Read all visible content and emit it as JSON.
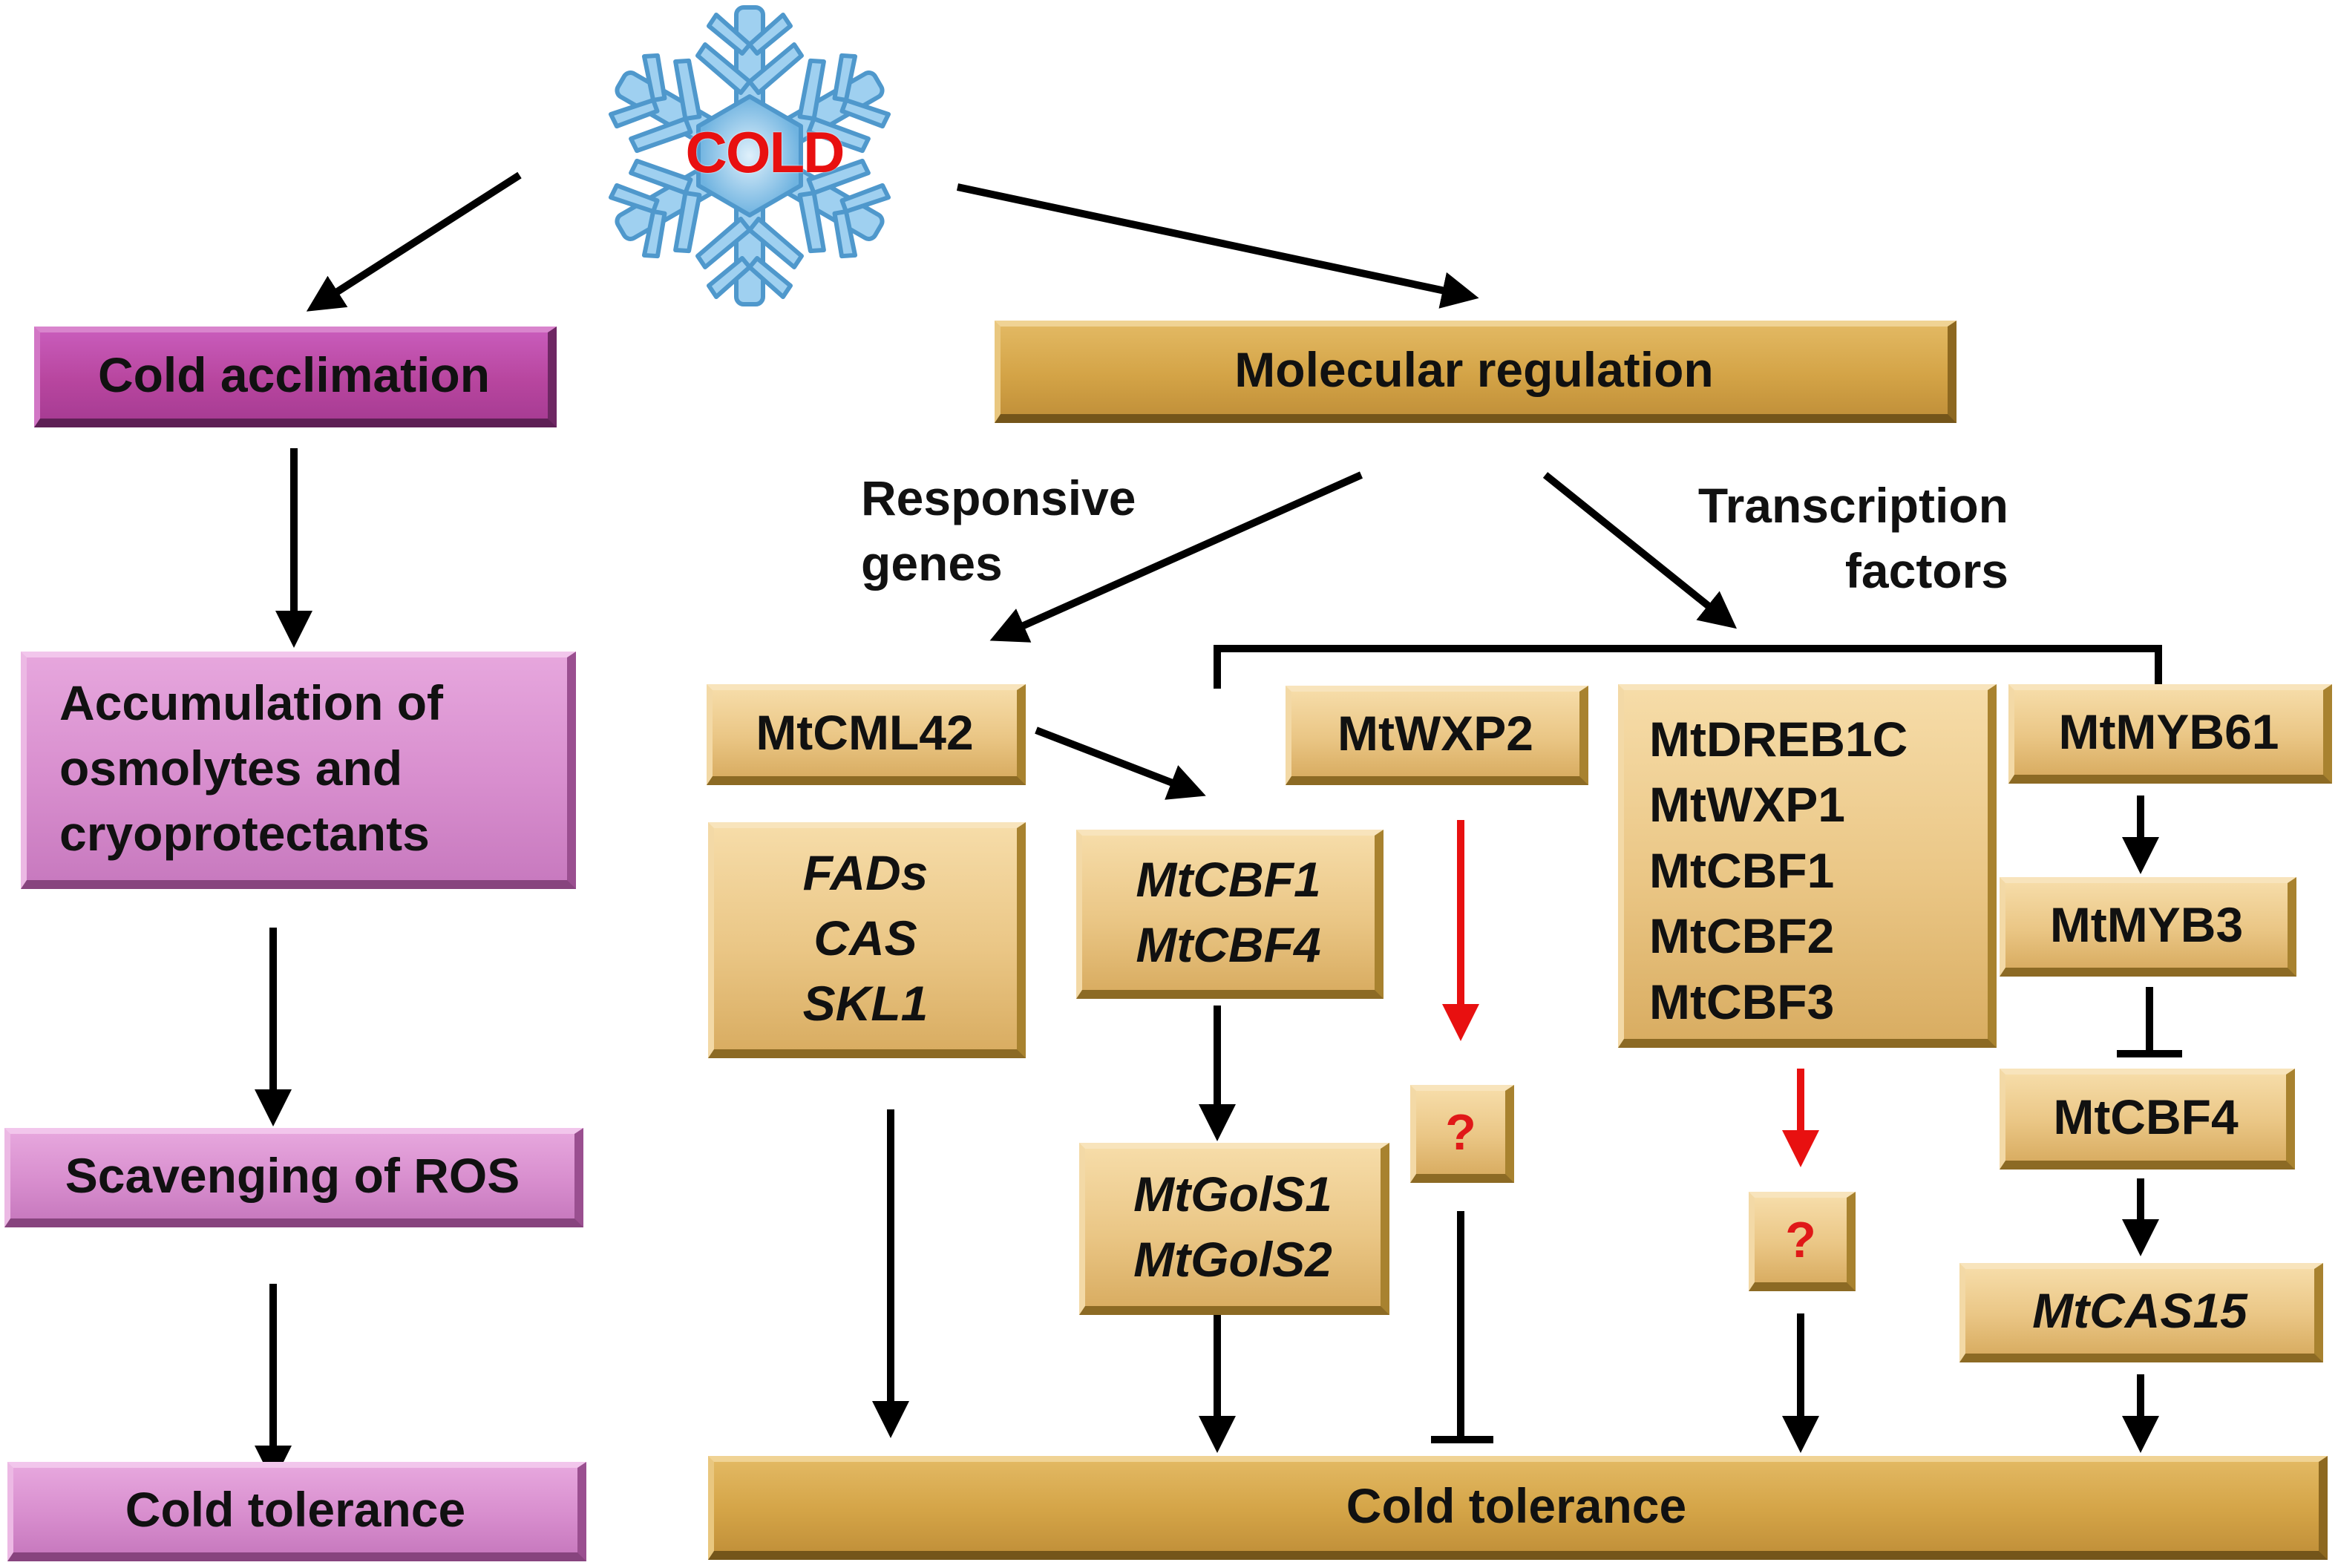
{
  "cold_label": "COLD",
  "left_branch": {
    "cold_acclimation": "Cold acclimation",
    "accumulation": [
      "Accumulation of",
      "osmolytes and",
      "cryoprotectants"
    ],
    "scavenging": "Scavenging of ROS",
    "cold_tolerance": "Cold tolerance"
  },
  "molecular_regulation": "Molecular regulation",
  "responsive_genes_label": [
    "Responsive",
    "genes"
  ],
  "transcription_factors_label": [
    "Transcription",
    "factors"
  ],
  "genes": {
    "mtcml42": "MtCML42",
    "fads_group": [
      "FADs",
      "CAS",
      "SKL1"
    ],
    "mtcbf_group": [
      "MtCBF1",
      "MtCBF4"
    ],
    "mtgols_group": [
      "MtGolS1",
      "MtGolS2"
    ],
    "mtwxp2": "MtWXP2",
    "question_1": "?",
    "tf_list": [
      "MtDREB1C",
      "MtWXP1",
      "MtCBF1",
      "MtCBF2",
      "MtCBF3"
    ],
    "question_2": "?",
    "mtmyb61": "MtMYB61",
    "mtmyb3": "MtMYB3",
    "mtcbf4": "MtCBF4",
    "mtcas15": "MtCAS15"
  },
  "bottom_cold_tolerance": "Cold tolerance",
  "colors": {
    "gold": "#e8c27e",
    "pink": "#d88ece",
    "magenta": "#b8469f",
    "red_arrow": "#e81010",
    "snowflake": "#8ec6ea"
  }
}
